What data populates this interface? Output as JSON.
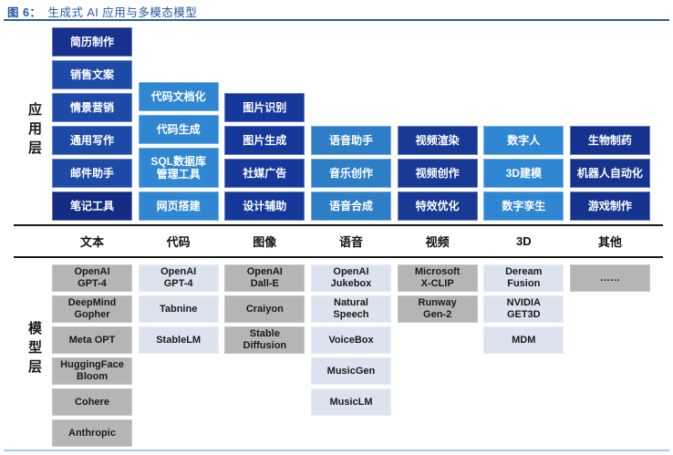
{
  "figure": {
    "label": "图 6：",
    "title": "生成式 AI 应用与多模态模型"
  },
  "colors": {
    "title_blue": "#2456a3",
    "title_rule": "#2e5fa8",
    "divider_black": "#1a1a1a",
    "bottom_rule": "#b0c7e6",
    "model_gray": "#b5b5b5",
    "model_gray_border": "#c6c6c6",
    "model_light": "#dce3ee",
    "model_light_border": "#e7ecf4"
  },
  "app_layer": {
    "label": "应用层",
    "columns": [
      {
        "id": "text",
        "category": "文本",
        "boxes": [
          {
            "label": "简历制作",
            "color": "#16318e"
          },
          {
            "label": "销售文案",
            "color": "#1c4aa6"
          },
          {
            "label": "情景营销",
            "color": "#1c4aa6"
          },
          {
            "label": "通用写作",
            "color": "#1c4aa6"
          },
          {
            "label": "邮件助手",
            "color": "#1c4aa6"
          },
          {
            "label": "笔记工具",
            "color": "#132c84"
          }
        ]
      },
      {
        "id": "code",
        "category": "代码",
        "boxes": [
          {
            "label": "代码文档化",
            "color": "#2f86d2"
          },
          {
            "label": "代码生成",
            "color": "#2f86d2"
          },
          {
            "label": "SQL数据库\n管理工具",
            "color": "#2f86d2",
            "tall": true
          },
          {
            "label": "网页搭建",
            "color": "#2f86d2"
          }
        ]
      },
      {
        "id": "image",
        "category": "图像",
        "boxes": [
          {
            "label": "图片识别",
            "color": "#15389a"
          },
          {
            "label": "图片生成",
            "color": "#15389a"
          },
          {
            "label": "社媒广告",
            "color": "#15389a"
          },
          {
            "label": "设计辅助",
            "color": "#15389a"
          }
        ]
      },
      {
        "id": "speech",
        "category": "语音",
        "boxes": [
          {
            "label": "语音助手",
            "color": "#2d7ec7"
          },
          {
            "label": "音乐创作",
            "color": "#2d7ec7"
          },
          {
            "label": "语音合成",
            "color": "#2d7ec7"
          }
        ]
      },
      {
        "id": "video",
        "category": "视频",
        "boxes": [
          {
            "label": "视频渲染",
            "color": "#183a96"
          },
          {
            "label": "视频创作",
            "color": "#183a96"
          },
          {
            "label": "特效优化",
            "color": "#183a96"
          }
        ]
      },
      {
        "id": "3d",
        "category": "3D",
        "boxes": [
          {
            "label": "数字人",
            "color": "#2f86d2"
          },
          {
            "label": "3D建模",
            "color": "#2f86d2"
          },
          {
            "label": "数字孪生",
            "color": "#2f86d2"
          }
        ]
      },
      {
        "id": "other",
        "category": "其他",
        "boxes": [
          {
            "label": "生物制药",
            "color": "#16348f"
          },
          {
            "label": "机器人自动化",
            "color": "#16348f"
          },
          {
            "label": "游戏制作",
            "color": "#16348f"
          }
        ]
      }
    ]
  },
  "model_layer": {
    "label": "模型层",
    "columns": [
      {
        "id": "text",
        "models": [
          {
            "label": "OpenAI\nGPT-4",
            "tone": "gray"
          },
          {
            "label": "DeepMind\nGopher",
            "tone": "gray"
          },
          {
            "label": "Meta OPT",
            "tone": "gray"
          },
          {
            "label": "HuggingFace\nBloom",
            "tone": "gray"
          },
          {
            "label": "Cohere",
            "tone": "gray"
          },
          {
            "label": "Anthropic",
            "tone": "gray"
          }
        ]
      },
      {
        "id": "code",
        "models": [
          {
            "label": "OpenAI\nGPT-4",
            "tone": "light"
          },
          {
            "label": "Tabnine",
            "tone": "light"
          },
          {
            "label": "StableLM",
            "tone": "light"
          }
        ]
      },
      {
        "id": "image",
        "models": [
          {
            "label": "OpenAI\nDall-E",
            "tone": "gray"
          },
          {
            "label": "Craiyon",
            "tone": "gray"
          },
          {
            "label": "Stable\nDiffusion",
            "tone": "gray"
          }
        ]
      },
      {
        "id": "speech",
        "models": [
          {
            "label": "OpenAI\nJukebox",
            "tone": "light"
          },
          {
            "label": "Natural\nSpeech",
            "tone": "light"
          },
          {
            "label": "VoiceBox",
            "tone": "light"
          },
          {
            "label": "MusicGen",
            "tone": "light"
          },
          {
            "label": "MusicLM",
            "tone": "light"
          }
        ]
      },
      {
        "id": "video",
        "models": [
          {
            "label": "Microsoft\nX-CLIP",
            "tone": "gray"
          },
          {
            "label": "Runway\nGen-2",
            "tone": "gray"
          }
        ]
      },
      {
        "id": "3d",
        "models": [
          {
            "label": "Deream\nFusion",
            "tone": "light"
          },
          {
            "label": "NVIDIA\nGET3D",
            "tone": "light"
          },
          {
            "label": "MDM",
            "tone": "light"
          }
        ]
      },
      {
        "id": "other",
        "models": [
          {
            "label": "……",
            "tone": "gray"
          }
        ]
      }
    ]
  }
}
